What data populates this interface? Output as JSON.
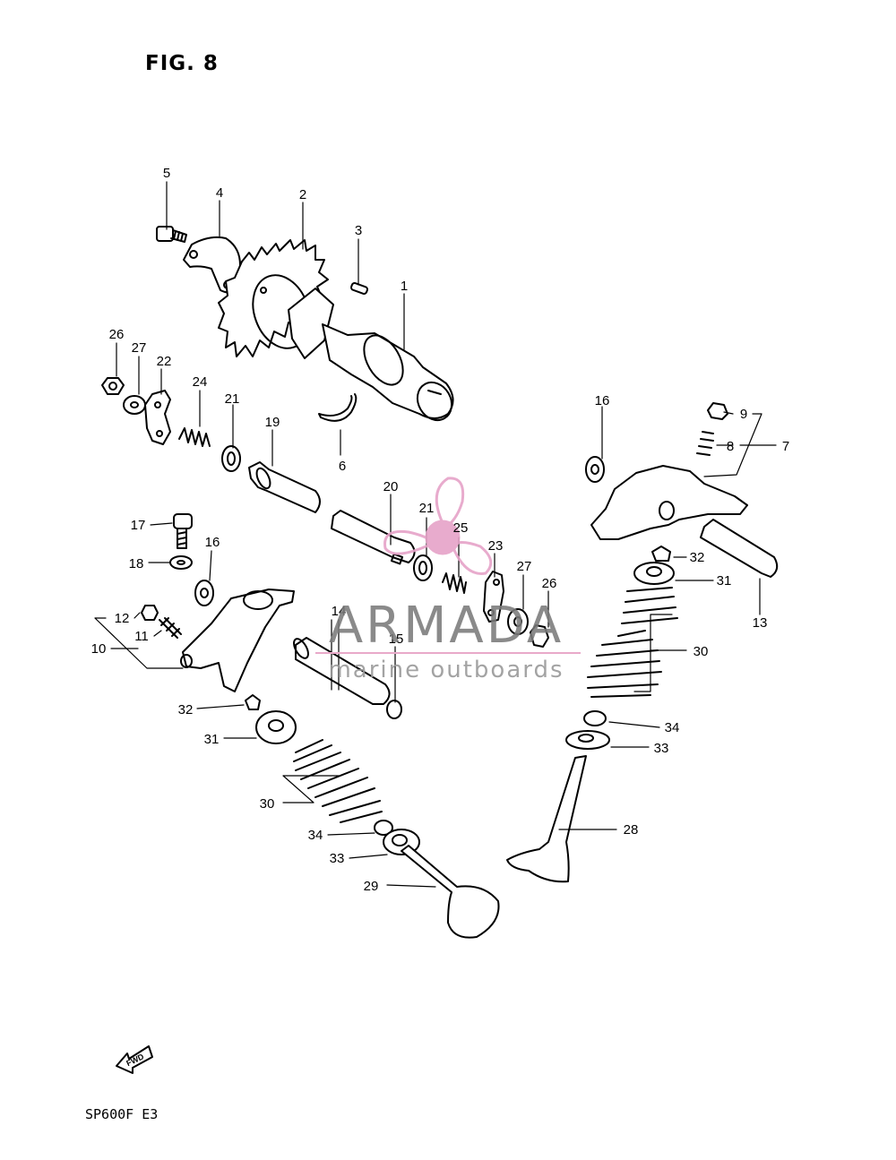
{
  "figure": {
    "title": "FIG. 8",
    "model_code": "SP600F  E3",
    "direction_label": "FWD"
  },
  "watermark": {
    "name": "ARMADA",
    "tagline": "marine outboards",
    "accent_color": "#e6a3c8",
    "text_color": "#7a7a7a"
  },
  "callouts": {
    "c1": "1",
    "c2": "2",
    "c3": "3",
    "c4": "4",
    "c5": "5",
    "c6": "6",
    "c7": "7",
    "c8": "8",
    "c9": "9",
    "c10": "10",
    "c11": "11",
    "c12": "12",
    "c13": "13",
    "c14": "14",
    "c15": "15",
    "c16a": "16",
    "c16b": "16",
    "c17": "17",
    "c18": "18",
    "c19": "19",
    "c20": "20",
    "c21a": "21",
    "c21b": "21",
    "c22": "22",
    "c23": "23",
    "c24": "24",
    "c25": "25",
    "c26a": "26",
    "c26b": "26",
    "c27a": "27",
    "c27b": "27",
    "c28": "28",
    "c29": "29",
    "c30a": "30",
    "c30b": "30",
    "c31a": "31",
    "c31b": "31",
    "c32a": "32",
    "c32b": "32",
    "c33a": "33",
    "c33b": "33",
    "c34a": "34",
    "c34b": "34"
  },
  "part_icons": [
    "camshaft",
    "sprocket",
    "pin",
    "washer",
    "bolt",
    "rocker-arm",
    "rocker-shaft",
    "valve",
    "valve-spring",
    "nut",
    "adjuster-screw",
    "spring"
  ]
}
